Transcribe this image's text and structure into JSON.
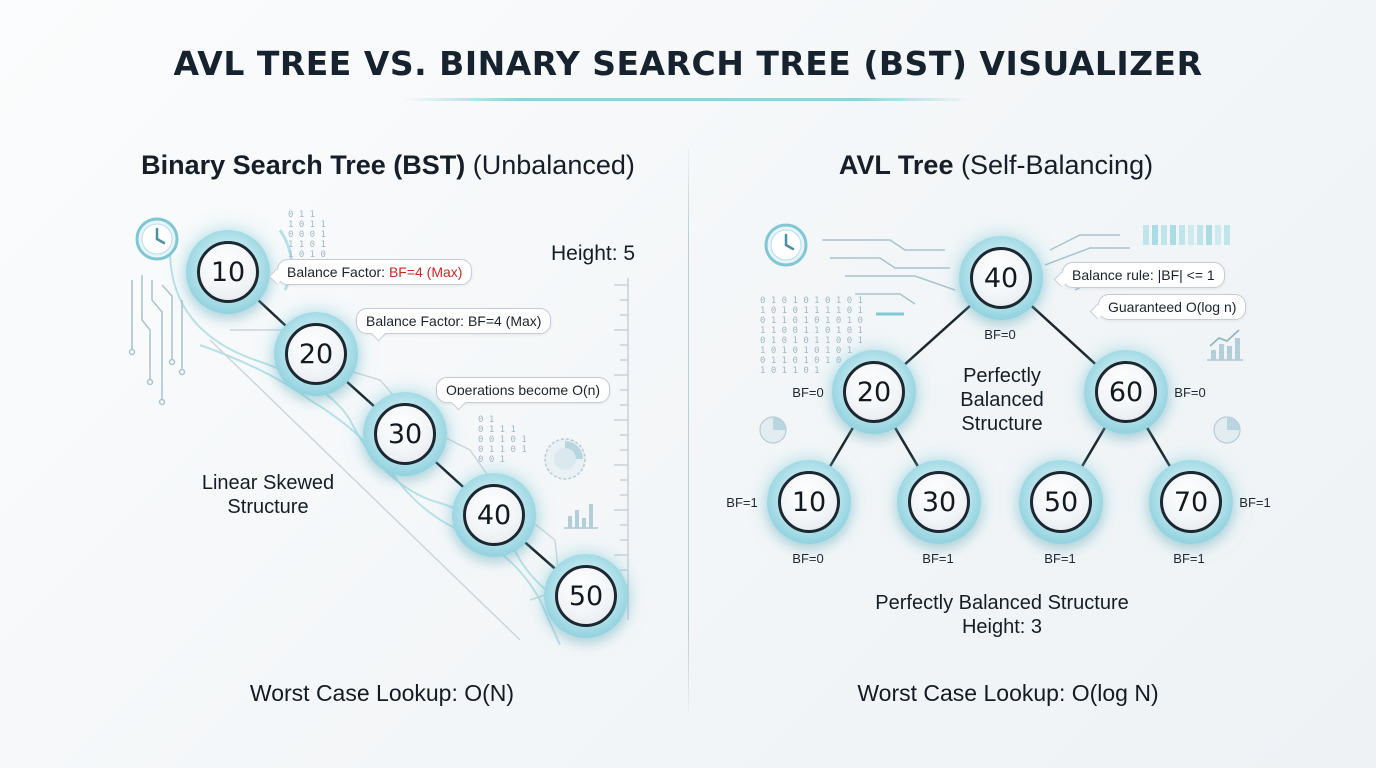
{
  "title": "AVL TREE VS. BINARY SEARCH TREE (BST) VISUALIZER",
  "bst": {
    "heading_bold": "Binary Search Tree (BST)",
    "heading_light": "(Unbalanced)",
    "height_label": "Height: 5",
    "nodes": [
      "10",
      "20",
      "30",
      "40",
      "50"
    ],
    "callout_1_prefix": "Balance Factor: ",
    "callout_1_value": "BF=4 (Max)",
    "callout_2": "Balance Factor: BF=4 (Max)",
    "callout_3": "Operations become O(n)",
    "structure_label_1": "Linear Skewed",
    "structure_label_2": "Structure",
    "bottom_label": "Worst Case Lookup: O(N)",
    "binary_text": "0 1 1\n1 0 1 1\n0 0 0 1\n1 1 0 1\n1 0 1 0",
    "binary_text_2": "0 1\n0 1 1 1\n0 0 1 0 1\n0 1 1 0 1\n0 0 1",
    "accent_red": "#c62828"
  },
  "avl": {
    "heading_bold": "AVL Tree",
    "heading_light": "(Self-Balancing)",
    "nodes": {
      "root": "40",
      "left": "20",
      "right": "60",
      "ll": "10",
      "lr": "30",
      "rl": "50",
      "rr": "70"
    },
    "bf": {
      "root": "BF=0",
      "left": "BF=0",
      "right": "BF=0",
      "ll_side": "BF=1",
      "ll": "BF=0",
      "lr": "BF=1",
      "rl": "BF=1",
      "rr": "BF=1",
      "rr_side": "BF=1"
    },
    "callout_1": "Balance rule: |BF| <= 1",
    "callout_2": "Guaranteed O(log n)",
    "center_label_1": "Perfectly",
    "center_label_2": "Balanced",
    "center_label_3": "Structure",
    "structure_label": "Perfectly Balanced Structure",
    "height_label": "Height: 3",
    "bottom_label": "Worst Case Lookup: O(log N)",
    "binary_text": "0 1 0 1 0 1 0 1 0 1\n1 0 1 0 1 1 1 1 0 1\n0 1 1 0 1 0 1 0 1 0\n1 1 0 0 1 1 0 1 0 1\n0 1 0 1 0 1 1 0 0 1\n1 0 1 0 1 0 1 0 1\n0 1 1 0 1 0 1 0\n1 0 1 1 0 1"
  },
  "colors": {
    "node_glow": "#8fd1de",
    "accent_teal": "#6fc3d1",
    "edge": "#1d2730"
  },
  "icons": [
    "clock-icon",
    "pie-chart-icon",
    "bar-chart-icon",
    "trend-chart-icon",
    "circuit-lines-icon",
    "ruler-icon"
  ]
}
